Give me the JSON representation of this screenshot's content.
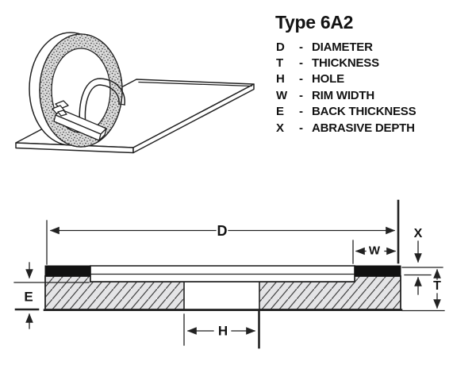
{
  "title": "Type 6A2",
  "legend": {
    "items": [
      {
        "letter": "D",
        "separator": "-",
        "label": "DIAMETER"
      },
      {
        "letter": "T",
        "separator": "-",
        "label": "THICKNESS"
      },
      {
        "letter": "H",
        "separator": "-",
        "label": "HOLE"
      },
      {
        "letter": "W",
        "separator": "-",
        "label": "RIM WIDTH"
      },
      {
        "letter": "E",
        "separator": "-",
        "label": "BACK THICKNESS"
      },
      {
        "letter": "X",
        "separator": "-",
        "label": "ABRASIVE DEPTH"
      }
    ]
  },
  "labels": {
    "D": "D",
    "W": "W",
    "X": "X",
    "T": "T",
    "E": "E",
    "H": "H"
  },
  "colors": {
    "background": "#ffffff",
    "text": "#131313",
    "line": "#222222",
    "rim": "#111111",
    "hatchFill": "#e4e4e6",
    "hatchLine": "#4a4a4a",
    "stippleFill": "#d9d9d9",
    "stippleDot": "#333333"
  }
}
